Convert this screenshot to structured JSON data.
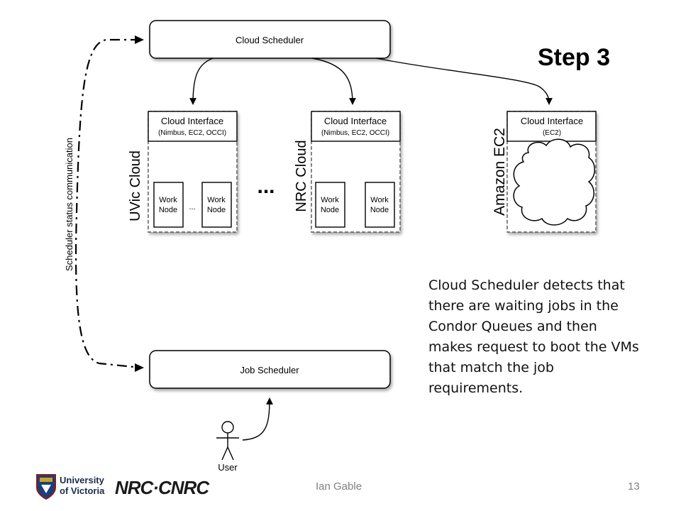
{
  "slide": {
    "title": "Step 3",
    "description": "Cloud Scheduler detects that there are waiting jobs in the Condor  Queues and then makes request to boot the VMs that match the job requirements.",
    "footer": {
      "author": "Ian Gable",
      "page": "13"
    }
  },
  "diagram": {
    "cloud_scheduler": "Cloud Scheduler",
    "job_scheduler": "Job Scheduler",
    "status_link_label": "Scheduler status communication",
    "user_label": "User",
    "ellipsis": "...",
    "clouds": [
      {
        "name": "UVic Cloud",
        "interface_title": "Cloud Interface",
        "interface_sub": "(Nimbus, EC2, OCCI)",
        "node1": [
          "Work",
          "Node"
        ],
        "node2": [
          "Work",
          "Node"
        ],
        "between": "..."
      },
      {
        "name": "NRC Cloud",
        "interface_title": "Cloud Interface",
        "interface_sub": "(Nimbus, EC2, OCCI)",
        "node1": [
          "Work",
          "Node"
        ],
        "node2": [
          "Work",
          "Node"
        ]
      },
      {
        "name": "Amazon EC2",
        "interface_title": "Cloud Interface",
        "interface_sub": "(EC2)"
      }
    ]
  },
  "logos": {
    "uvic_line1": "University",
    "uvic_line2": "of Victoria",
    "nrc": "NRC·CNRC"
  }
}
